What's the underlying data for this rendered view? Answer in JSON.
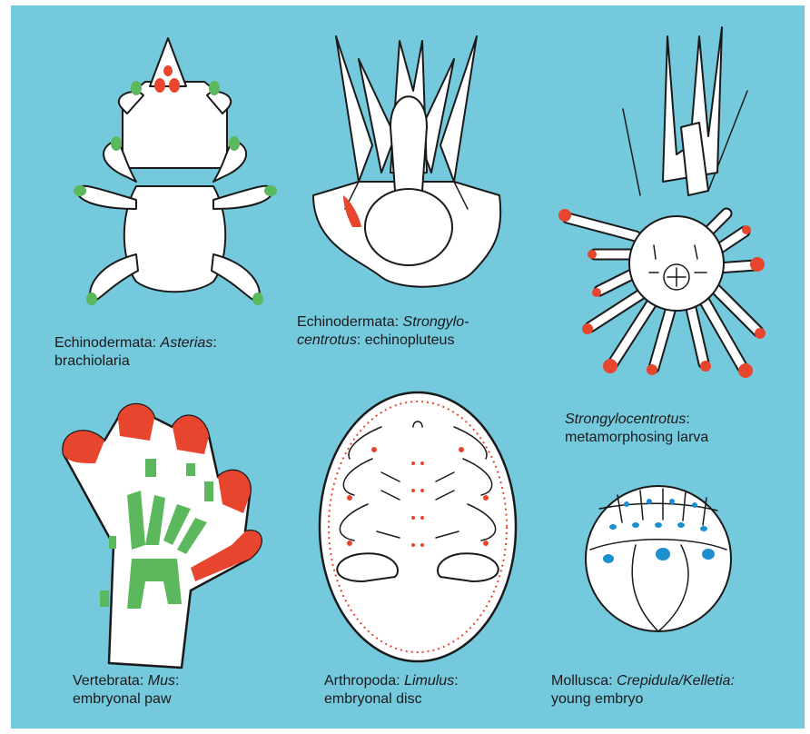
{
  "colors": {
    "background": "#75c9dd",
    "highlight_red": "#e8452f",
    "highlight_green": "#5cb85c",
    "highlight_blue": "#1c8fd1",
    "outline": "#1a1a1a"
  },
  "figures": [
    {
      "id": "asterias",
      "phylum": "Echinodermata:",
      "genus": "Asterias",
      "genus_suffix": ":",
      "line2": "brachiolaria",
      "icon": "brachiolaria-larva-drawing"
    },
    {
      "id": "strongylocentrotus-echinopluteus",
      "phylum": "Echinodermata:",
      "genus": "Strongylo-",
      "line2_italic": "centrotus",
      "line2": ": echinopluteus",
      "icon": "echinopluteus-larva-drawing"
    },
    {
      "id": "strongylocentrotus-metamorphosing",
      "genus": "Strongylocentrotus",
      "genus_suffix": ":",
      "line2": "metamorphosing larva",
      "icon": "metamorphosing-larva-drawing"
    },
    {
      "id": "mus",
      "phylum": "Vertebrata:",
      "genus": "Mus",
      "genus_suffix": ":",
      "line2": "embryonal paw",
      "icon": "embryonal-paw-drawing"
    },
    {
      "id": "limulus",
      "phylum": "Arthropoda:",
      "genus": "Limulus",
      "genus_suffix": ":",
      "line2": "embryonal disc",
      "icon": "embryonal-disc-drawing"
    },
    {
      "id": "crepidula",
      "phylum": "Mollusca:",
      "genus": "Crepidula/Kelletia:",
      "line2": "young embryo",
      "icon": "young-embryo-drawing"
    }
  ]
}
